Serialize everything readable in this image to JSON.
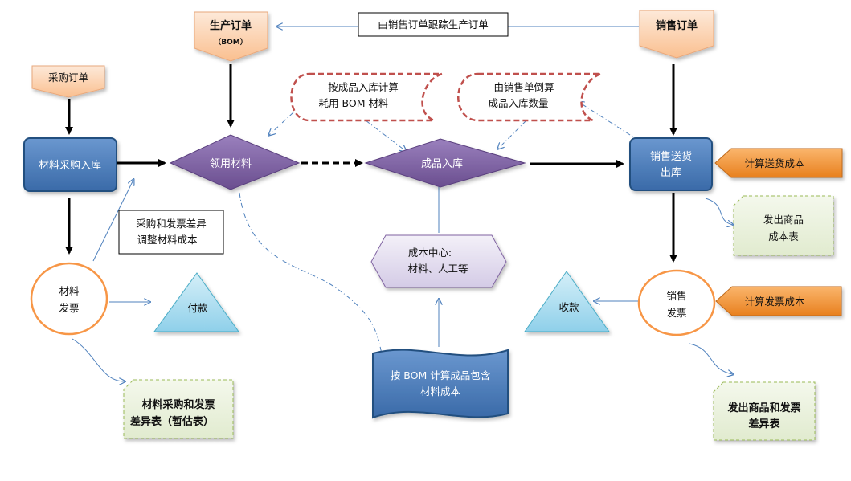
{
  "nodes": {
    "purchase_order": "采购订单",
    "production_order_title": "生产订单",
    "production_order_sub": "（BOM）",
    "sales_order": "销售订单",
    "trace_note": "由销售订单跟踪生产订单",
    "material_receipt": "材料采购入库",
    "material_issue": "领用材料",
    "finished_goods_receipt": "成品入库",
    "sales_delivery_line1": "销售送货",
    "sales_delivery_line2": "出库",
    "delivery_cost": "计算送货成本",
    "bom_calc_line1": "按成品入库计算",
    "bom_calc_line2": "耗用 BOM 材料",
    "reverse_calc_line1": "由销售单倒算",
    "reverse_calc_line2": "成品入库数量",
    "diff_note_line1": "采购和发票差异",
    "diff_note_line2": "调整材料成本",
    "cost_center_line1": "成本中心:",
    "cost_center_line2": "材料、人工等",
    "shipped_goods_line1": "发出商品",
    "shipped_goods_line2": "成本表",
    "material_invoice_line1": "材料",
    "material_invoice_line2": "发票",
    "payment": "付款",
    "collection": "收款",
    "sales_invoice_line1": "销售",
    "sales_invoice_line2": "发票",
    "invoice_cost": "计算发票成本",
    "bom_doc_line1": "按 BOM 计算成品包含",
    "bom_doc_line2": "材料成本",
    "purchase_diff_report_line1": "材料采购和发票",
    "purchase_diff_report_line2": "差异表（暂估表）",
    "shipped_invoice_report_line1": "发出商品和发票",
    "shipped_invoice_report_line2": "差异表"
  },
  "colors": {
    "orange_box": "#fcd5b4",
    "blue_box": "#4f81bd",
    "purple": "#8064a2",
    "lavender": "#e4dff0",
    "red_dash": "#c0504d",
    "orange_arrow": "#f79646",
    "triangle": "#a9dcef",
    "green_note": "#ebf1de",
    "connector": "#4f81bd"
  }
}
